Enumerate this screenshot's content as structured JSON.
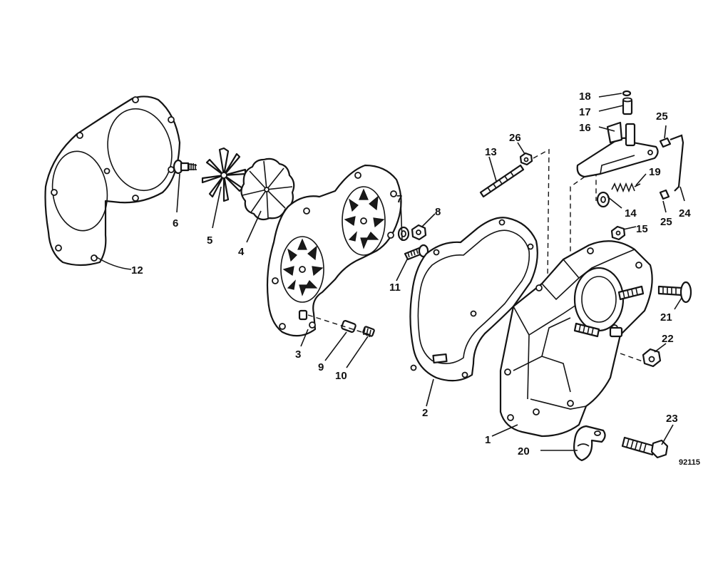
{
  "figure_number": "92115",
  "callouts": {
    "c1": "1",
    "c2": "2",
    "c3": "3",
    "c4": "4",
    "c5": "5",
    "c6": "6",
    "c7": "7",
    "c8": "8",
    "c9": "9",
    "c10": "10",
    "c11": "11",
    "c12": "12",
    "c13": "13",
    "c14": "14",
    "c15": "15",
    "c16": "16",
    "c17": "17",
    "c18": "18",
    "c19": "19",
    "c20": "20",
    "c21": "21",
    "c22": "22",
    "c23": "23",
    "c24": "24",
    "c25a": "25",
    "c25b": "25",
    "c26": "26"
  }
}
